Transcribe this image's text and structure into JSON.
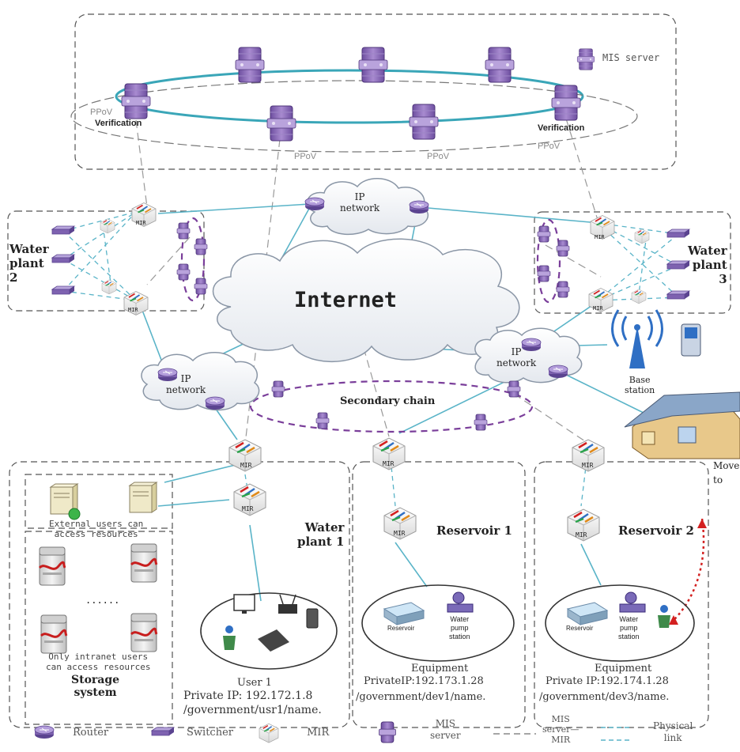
{
  "mis_ring": {
    "legend_label": "MIS server",
    "verification_left": "Verification",
    "verification_right": "Verification",
    "ppov_left": "PPoV",
    "ppov_bottom_1": "PPoV",
    "ppov_bottom_2": "PPoV",
    "ppov_right": "PPoV"
  },
  "networks": {
    "ip_top": "IP\nnetwork",
    "internet": "Internet",
    "ip_left": "IP\nnetwork",
    "ip_right": "IP\nnetwork",
    "secondary_chain": "Secondary chain",
    "base_station": "Base\nstation",
    "move_to": "Move\nto"
  },
  "plants": {
    "water_plant_2": "Water\nplant\n2",
    "water_plant_3": "Water\nplant\n3",
    "water_plant_1": "Water\nplant 1",
    "reservoir_1": "Reservoir 1",
    "reservoir_2": "Reservoir 2"
  },
  "mir_label": "MIR",
  "storage": {
    "external_users": "External users can\naccess resources",
    "ellipsis": "......",
    "intranet_users": "Only intranet users\ncan access resources",
    "title": "Storage\nsystem"
  },
  "user1": {
    "name": "User 1",
    "ip": "Private IP: 192.172.1.8",
    "path": "/government/usr1/name."
  },
  "equipment1": {
    "reservoir": "Reservoir",
    "pump": "Water\npump\nstation",
    "name": "Equipment",
    "ip": "PrivateIP:192.173.1.28",
    "path": "/government/dev1/name."
  },
  "equipment2": {
    "reservoir": "Reservoir",
    "pump": "Water\npump\nstation",
    "name": "Equipment",
    "ip": "Private IP:192.174.1.28",
    "path": "/government/dev3/name."
  },
  "legend": {
    "router": "Router",
    "switcher": "Switcher",
    "mir": "MIR",
    "mis_server": "MIS\nserver",
    "mis_server_mir": "MIS\nserver—\nMIR",
    "physical_link": "Physical\nlink"
  },
  "colors": {
    "link": "#5ab4c8",
    "dash_gray": "#999999",
    "ring": "#3aa6b8",
    "purple": "#7a3e9a",
    "server": "#8e6bb8",
    "router": "#7e62b0",
    "arrow_red": "#d32020"
  }
}
